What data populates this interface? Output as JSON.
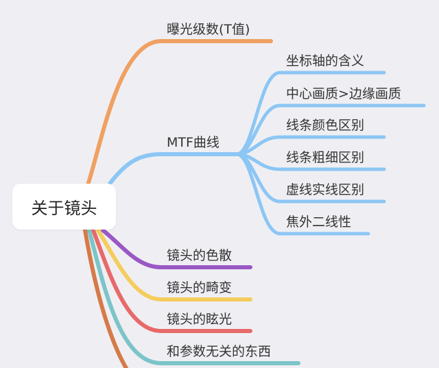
{
  "root": {
    "label": "关于镜头"
  },
  "branches": [
    {
      "label": "曝光级数(T值)",
      "color": "#f0a062"
    },
    {
      "label": "MTF曲线",
      "color": "#8cc6f4",
      "children": [
        {
          "label": "坐标轴的含义"
        },
        {
          "label": "中心画质>边缘画质"
        },
        {
          "label": "线条颜色区别"
        },
        {
          "label": "线条粗细区别"
        },
        {
          "label": "虚线实线区别"
        },
        {
          "label": "焦外二线性"
        }
      ]
    },
    {
      "label": "镜头的色散",
      "color": "#9a58c4"
    },
    {
      "label": "镜头的畸变",
      "color": "#f4cd5e"
    },
    {
      "label": "镜头的眩光",
      "color": "#e8696a"
    },
    {
      "label": "和参数无关的东西",
      "color": "#7cc4c8"
    }
  ],
  "extra_branch_colors": [
    "#d57a48"
  ]
}
